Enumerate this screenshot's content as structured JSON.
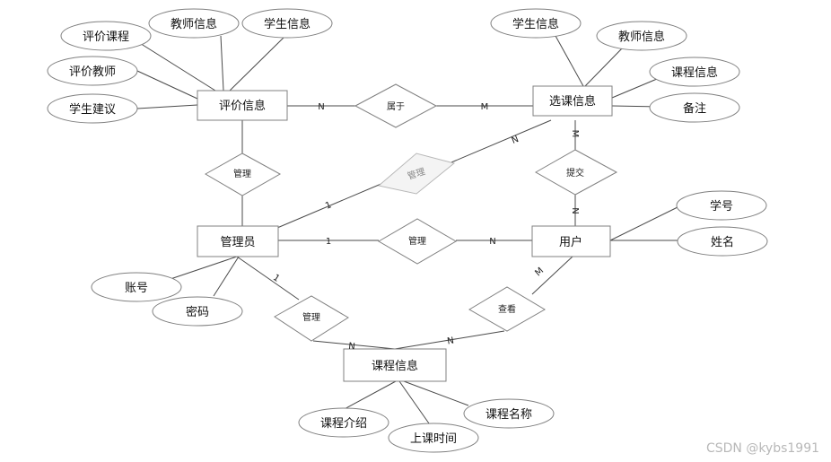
{
  "entities": {
    "evaluation": "评价信息",
    "course_selection": "选课信息",
    "admin": "管理员",
    "user": "用户",
    "course": "课程信息"
  },
  "attributes": {
    "eval_course": "评价课程",
    "eval_teacher_info": "教师信息",
    "eval_student_info": "学生信息",
    "eval_teacher": "评价教师",
    "student_suggestion": "学生建议",
    "sel_student_info": "学生信息",
    "sel_teacher_info": "教师信息",
    "sel_course_info": "课程信息",
    "sel_remark": "备注",
    "user_student_no": "学号",
    "user_name": "姓名",
    "admin_account": "账号",
    "admin_password": "密码",
    "course_intro": "课程介绍",
    "course_time": "上课时间",
    "course_name": "课程名称"
  },
  "relationships": {
    "belongs": "属于",
    "manage_eval": "管理",
    "manage_selection": "管理",
    "submit": "提交",
    "manage_user": "管理",
    "manage_course": "管理",
    "view": "查看"
  },
  "cardinalities": {
    "eval_belongs": "N",
    "belongs_sel": "M",
    "sel_admin_n": "N",
    "admin_sel_1": "1",
    "sel_submit": "M",
    "submit_user": "N",
    "admin_user_1": "1",
    "user_admin_n": "N",
    "admin_course_1": "1",
    "course_admin_n": "N",
    "user_course_m": "M",
    "course_user_n": "N"
  },
  "watermark": "CSDN @kybs1991"
}
